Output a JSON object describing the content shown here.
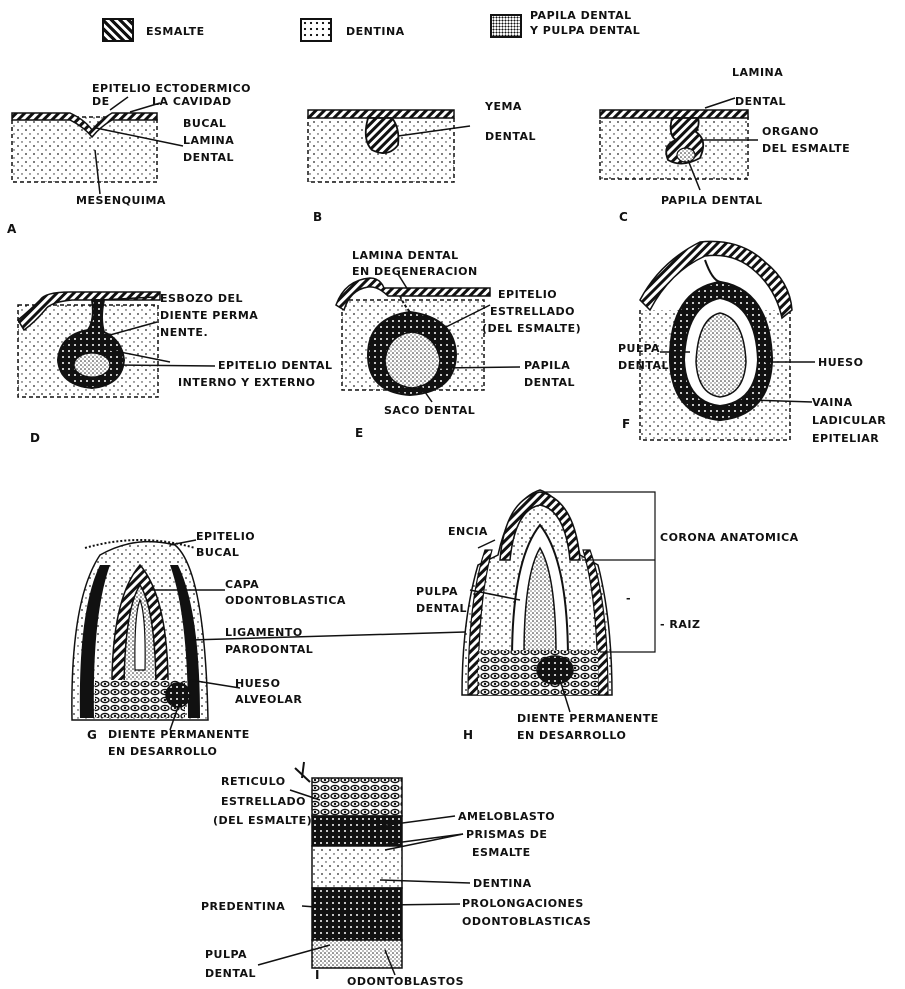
{
  "legend": {
    "esmalte": "ESMALTE",
    "dentina": "DENTINA",
    "papila_line1": "PAPILA DENTAL",
    "papila_line2": "Y PULPA DENTAL"
  },
  "panels": {
    "A": {
      "letter": "A",
      "epitelio1": "EPITELIO ECTODERMICO",
      "epitelio2": "DE",
      "epitelio3": "LA CAVIDAD",
      "bucal": "BUCAL",
      "lamina1": "LAMINA",
      "lamina2": "DENTAL",
      "mesenquima": "MESENQUIMA"
    },
    "B": {
      "letter": "B",
      "yema1": "YEMA",
      "yema2": "DENTAL"
    },
    "C": {
      "letter": "C",
      "lamina1": "LAMINA",
      "lamina2": "DENTAL",
      "organo1": "ORGANO",
      "organo2": "DEL ESMALTE",
      "papila": "PAPILA DENTAL"
    },
    "D": {
      "letter": "D",
      "esbozo1": "ESBOZO DEL",
      "esbozo2": "DIENTE PERMA",
      "esbozo3": "NENTE.",
      "epitelio1": "EPITELIO DENTAL",
      "epitelio2": "INTERNO Y EXTERNO"
    },
    "E": {
      "letter": "E",
      "lamina1": "LAMINA DENTAL",
      "lamina2": "EN DEGENERACION",
      "epitelio1": "EPITELIO",
      "epitelio2": "ESTRELLADO",
      "epitelio3": "(DEL ESMALTE)",
      "papila1": "PAPILA",
      "papila2": "DENTAL",
      "saco": "SACO DENTAL"
    },
    "F": {
      "letter": "F",
      "pulpa1": "PULPA",
      "pulpa2": "DENTAL",
      "hueso": "HUESO",
      "vaina1": "VAINA",
      "vaina2": "LADICULAR",
      "vaina3": "EPITELIAR"
    },
    "G": {
      "letter": "G",
      "epitelio1": "EPITELIO",
      "epitelio2": "BUCAL",
      "capa1": "CAPA",
      "capa2": "ODONTOBLASTICA",
      "ligamento1": "LIGAMENTO",
      "ligamento2": "PARODONTAL",
      "hueso1": "HUESO",
      "hueso2": "ALVEOLAR",
      "diente1": "DIENTE PERMANENTE",
      "diente2": "EN DESARROLLO"
    },
    "H": {
      "letter": "H",
      "encia": "ENCIA",
      "corona": "CORONA ANATOMICA",
      "pulpa1": "PULPA",
      "pulpa2": "DENTAL",
      "raiz": "- RAIZ",
      "dash": "-",
      "diente1": "DIENTE PERMANENTE",
      "diente2": "EN DESARROLLO"
    },
    "I": {
      "letter": "I",
      "reticulo1": "RETICULO",
      "reticulo2": "ESTRELLADO",
      "reticulo3": "(DEL ESMALTE)",
      "ameloblasto": "AMELOBLASTO",
      "prismas1": "PRISMAS DE",
      "prismas2": "ESMALTE",
      "dentina": "DENTINA",
      "predentina": "PREDENTINA",
      "prolongaciones1": "PROLONGACIONES",
      "prolongaciones2": "ODONTOBLASTICAS",
      "pulpa1": "PULPA",
      "pulpa2": "DENTAL",
      "odontoblastos": "ODONTOBLASTOS"
    }
  }
}
